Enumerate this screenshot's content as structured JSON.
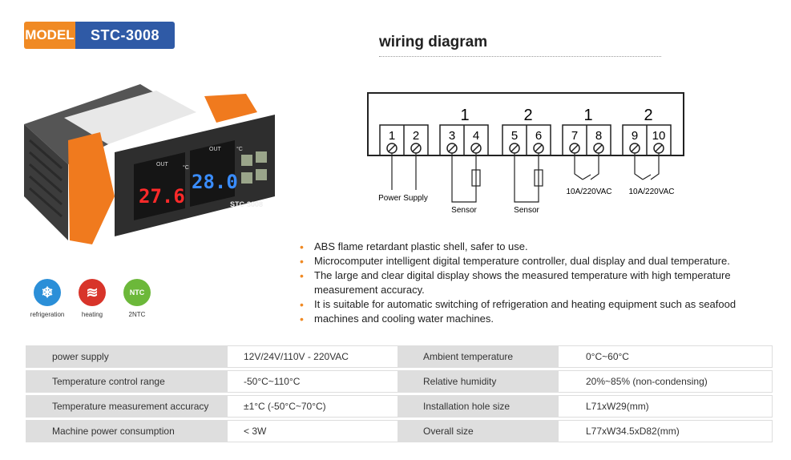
{
  "model": {
    "label": "MODEL",
    "value": "STC-3008"
  },
  "wiring": {
    "title": "wiring diagram",
    "group_labels": [
      "1",
      "2",
      "1",
      "2"
    ],
    "terminals": [
      "1",
      "2",
      "3",
      "4",
      "5",
      "6",
      "7",
      "8",
      "9",
      "10"
    ],
    "captions": {
      "power_supply": "Power Supply",
      "sensor_1": "Sensor",
      "sensor_2": "Sensor",
      "relay_1": "10A/220VAC",
      "relay_2": "10A/220VAC"
    }
  },
  "product": {
    "out_label_left": "OUT",
    "out_label_right": "OUT",
    "unit_left": "°C",
    "unit_right": "°C",
    "display_left": "27.6",
    "display_right": "28.0",
    "brand": "STC-3008"
  },
  "feature_icons": [
    {
      "caption": "refrigeration",
      "icon": "snowflake-icon",
      "color": "#2b8fd8"
    },
    {
      "caption": "heating",
      "icon": "heat-icon",
      "color": "#d8342a"
    },
    {
      "caption": "2NTC",
      "icon": "ntc-icon",
      "color": "#6cb83a",
      "text": "NTC"
    }
  ],
  "features": [
    "ABS flame retardant plastic shell, safer to use.",
    "Microcomputer intelligent digital temperature controller, dual display and dual temperature.",
    "The large and clear digital display shows the measured temperature with high temperature measurement accuracy.",
    "It is suitable for automatic switching of refrigeration and heating equipment such as seafood",
    "machines and cooling water machines."
  ],
  "specs": [
    [
      "power supply",
      "12V/24V/110V - 220VAC",
      "Ambient temperature",
      "0°C~60°C"
    ],
    [
      "Temperature control range",
      "-50°C~110°C",
      "Relative humidity",
      "20%~85% (non-condensing)"
    ],
    [
      "Temperature measurement accuracy",
      "±1°C (-50°C~70°C)",
      "Installation hole size",
      "L71xW29(mm)"
    ],
    [
      "Machine power consumption",
      "< 3W",
      "Overall size",
      "L77xW34.5xD82(mm)"
    ]
  ],
  "colors": {
    "accent": "#f08a24",
    "brand_blue": "#2f5aa6",
    "display_red": "#ff2a2a",
    "display_blue": "#3a8dff"
  }
}
